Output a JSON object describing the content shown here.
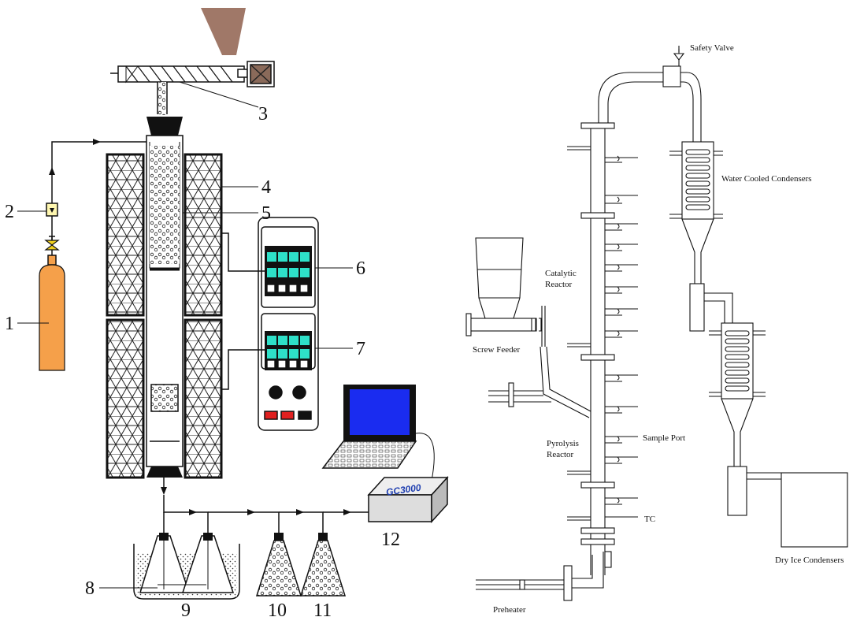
{
  "left_diagram": {
    "callouts": [
      "1",
      "2",
      "3",
      "4",
      "5",
      "6",
      "7",
      "8",
      "9",
      "10",
      "11",
      "12"
    ],
    "analyzer_label": "GC3000"
  },
  "right_diagram": {
    "labels": {
      "safety_valve": "Safety Valve",
      "water_cooled": "Water Cooled Condensers",
      "catalytic": [
        "Catalytic",
        "Reactor"
      ],
      "screw_feeder": "Screw Feeder",
      "sample_port": "Sample Port",
      "pyrolysis": [
        "Pyrolysis",
        "Reactor"
      ],
      "tc": "TC",
      "dry_ice": "Dry Ice Condensers",
      "preheater": "Preheater"
    }
  },
  "colors": {
    "cylinder": "#f5a04a",
    "valve": "#f0d020",
    "hopper": "#a07868",
    "motor": "#8a6a5a",
    "screen": "#1a2cf0",
    "display": "#2ee0c8",
    "red_button": "#e02020",
    "line": "#111111"
  }
}
